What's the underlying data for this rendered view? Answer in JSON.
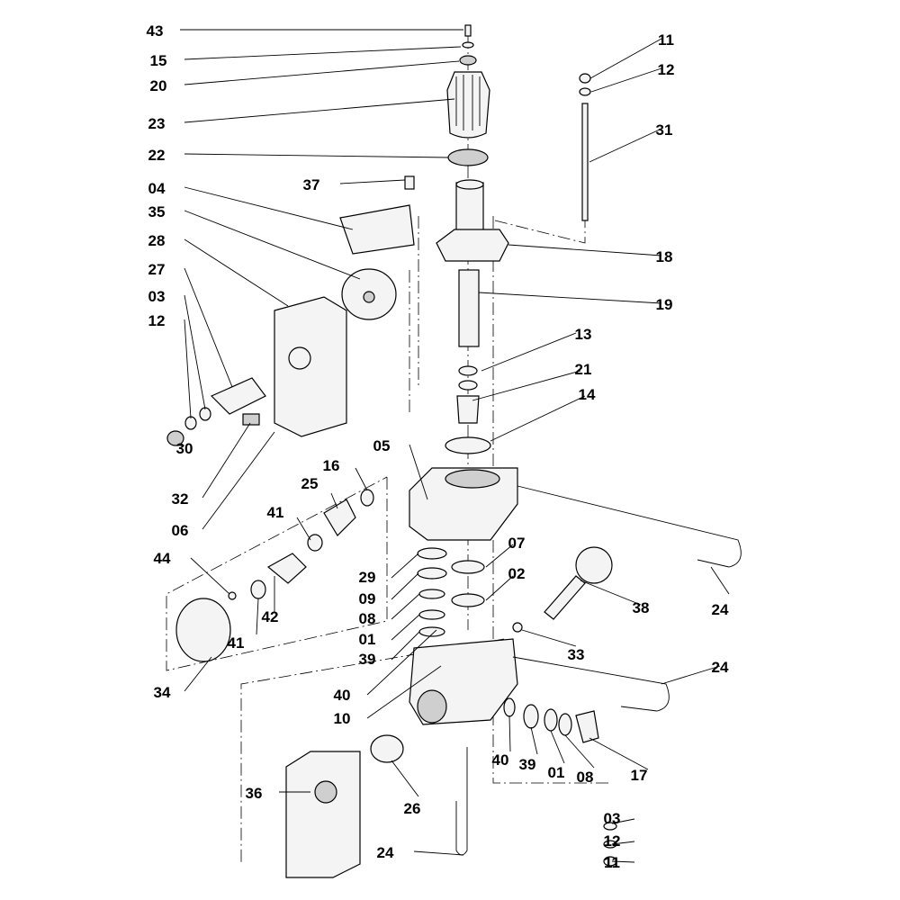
{
  "diagram": {
    "type": "exploded-parts-diagram",
    "callouts": [
      "43",
      "15",
      "20",
      "23",
      "22",
      "04",
      "35",
      "28",
      "27",
      "03",
      "12",
      "30",
      "32",
      "06",
      "16",
      "25",
      "41",
      "44",
      "42",
      "41",
      "34",
      "37",
      "05",
      "29",
      "09",
      "08",
      "01",
      "39",
      "40",
      "10",
      "36",
      "26",
      "24",
      "03",
      "12",
      "11",
      "40",
      "39",
      "01",
      "08",
      "17",
      "24",
      "24",
      "33",
      "38",
      "07",
      "02",
      "14",
      "21",
      "13",
      "19",
      "18",
      "31",
      "12",
      "11"
    ]
  }
}
